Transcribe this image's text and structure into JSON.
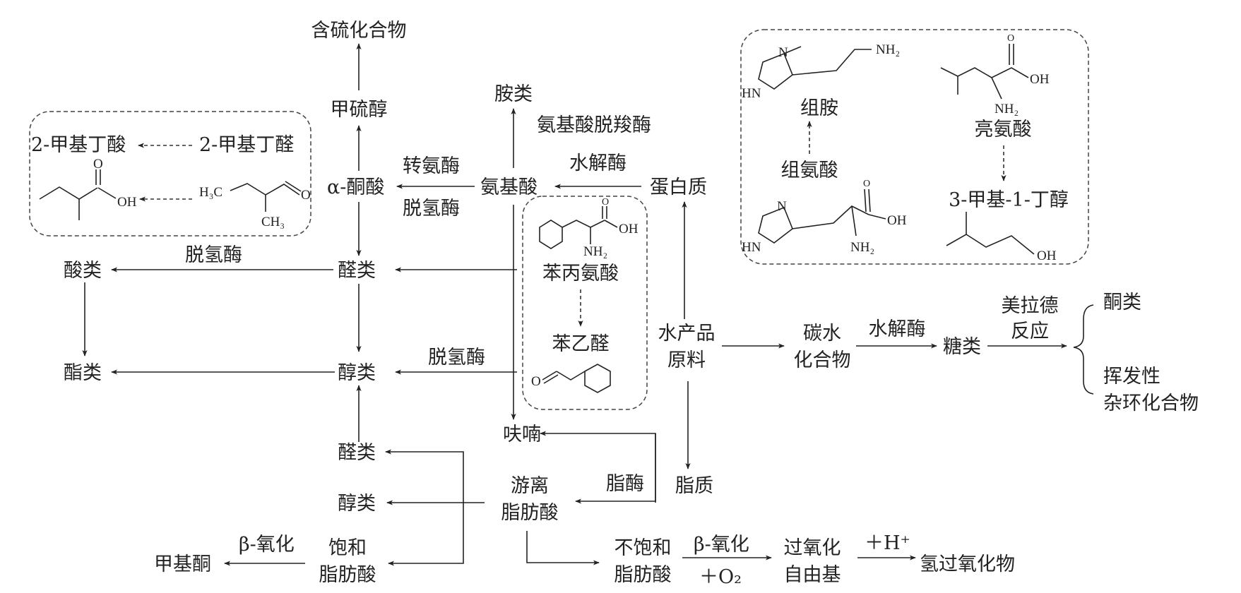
{
  "nodes": {
    "sulfur": "含硫化合物",
    "methanethiol": "甲硫醇",
    "amines": "胺类",
    "aa_decarboxylase": "氨基酸脱羧酶",
    "methylbutyric": "2-甲基丁酸",
    "methylbutanal": "2-甲基丁醛",
    "ketoacid": "α-酮酸",
    "transaminase": "转氨酶",
    "dehydrogenase_a": "脱氢酶",
    "aminoacid": "氨基酸",
    "hydrolase_a": "水解酶",
    "protein": "蛋白质",
    "acids": "酸类",
    "dehydrogenase_b": "脱氢酶",
    "aldehydes_a": "醛类",
    "phenylalanine": "苯丙氨酸",
    "phenylacetaldehyde": "苯乙醛",
    "esters": "酯类",
    "alcohols_a": "醇类",
    "dehydrogenase_c": "脱氢酶",
    "raw_l1": "水产品",
    "raw_l2": "原料",
    "carb_l1": "碳水",
    "carb_l2": "化合物",
    "hydrolase_b": "水解酶",
    "sugars": "糖类",
    "maillard_l1": "美拉德",
    "maillard_l2": "反应",
    "ketones": "酮类",
    "volatile_l1": "挥发性",
    "volatile_l2": "杂环化合物",
    "histamine": "组胺",
    "histidine": "组氨酸",
    "leucine": "亮氨酸",
    "methylbutanol": "3-甲基-1-丁醇",
    "furan": "呋喃",
    "aldehydes_b": "醛类",
    "alcohols_b": "醇类",
    "ffa_l1": "游离",
    "ffa_l2": "脂肪酸",
    "lipase": "脂酶",
    "lipids": "脂质",
    "methylketone": "甲基酮",
    "beta_ox_a": "β-氧化",
    "sfa_l1": "饱和",
    "sfa_l2": "脂肪酸",
    "ufa_l1": "不饱和",
    "ufa_l2": "脂肪酸",
    "beta_ox_b": "β-氧化",
    "o2": "＋O₂",
    "peroxyl_l1": "过氧化",
    "peroxyl_l2": "自由基",
    "hplus": "＋H⁺",
    "hydroperoxide": "氢过氧化物"
  },
  "chem": {
    "oh": "OH",
    "o": "O",
    "nh2": "NH₂",
    "nh": "HN",
    "n": "N",
    "h3c": "H₃C",
    "ch3": "CH₃"
  },
  "colors": {
    "ink": "#222222",
    "box": "#444444",
    "background": "#ffffff"
  }
}
